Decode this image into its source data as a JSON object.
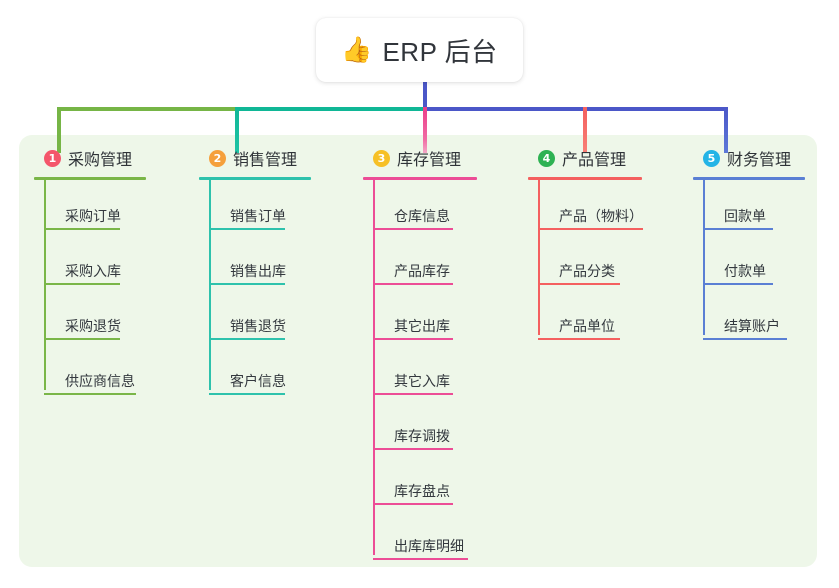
{
  "root": {
    "icon": "thumbs-up-icon",
    "emoji": "👍",
    "title": "ERP 后台"
  },
  "colors": {
    "panel_background": "#eef7e9",
    "page_background": "#ffffff",
    "title_text": "#31353b",
    "bus_green": "#76b546",
    "bus_teal": "#10b796",
    "bus_blue": "#4b57c8",
    "stem_pink": "#ec3e8a",
    "stem_red": "#f4605f"
  },
  "columns": [
    {
      "number": "1",
      "label": "采购管理",
      "badge_color": "#f4566b",
      "line_color": "#7ab648",
      "head_rule_width": 112,
      "spine_height": 210,
      "items": [
        {
          "label": "采购订单",
          "rule_width": 76
        },
        {
          "label": "采购入库",
          "rule_width": 76
        },
        {
          "label": "采购退货",
          "rule_width": 76
        },
        {
          "label": "供应商信息",
          "rule_width": 92
        }
      ]
    },
    {
      "number": "2",
      "label": "销售管理",
      "badge_color": "#f5a03c",
      "line_color": "#2ec2ac",
      "head_rule_width": 112,
      "spine_height": 210,
      "items": [
        {
          "label": "销售订单",
          "rule_width": 76
        },
        {
          "label": "销售出库",
          "rule_width": 76
        },
        {
          "label": "销售退货",
          "rule_width": 76
        },
        {
          "label": "客户信息",
          "rule_width": 76
        }
      ]
    },
    {
      "number": "3",
      "label": "库存管理",
      "badge_color": "#f6c026",
      "line_color": "#ec4d96",
      "head_rule_width": 114,
      "spine_height": 375,
      "items": [
        {
          "label": "仓库信息",
          "rule_width": 80
        },
        {
          "label": "产品库存",
          "rule_width": 80
        },
        {
          "label": "其它出库",
          "rule_width": 80
        },
        {
          "label": "其它入库",
          "rule_width": 80
        },
        {
          "label": "库存调拨",
          "rule_width": 80
        },
        {
          "label": "库存盘点",
          "rule_width": 80
        },
        {
          "label": "出库库明细",
          "rule_width": 95
        }
      ]
    },
    {
      "number": "4",
      "label": "产品管理",
      "badge_color": "#2eb253",
      "line_color": "#f4605f",
      "head_rule_width": 114,
      "spine_height": 155,
      "items": [
        {
          "label": "产品（物料）",
          "rule_width": 105
        },
        {
          "label": "产品分类",
          "rule_width": 82
        },
        {
          "label": "产品单位",
          "rule_width": 82
        }
      ]
    },
    {
      "number": "5",
      "label": "财务管理",
      "badge_color": "#24b4e6",
      "line_color": "#5a7fd4",
      "head_rule_width": 112,
      "spine_height": 155,
      "items": [
        {
          "label": "回款单",
          "rule_width": 70
        },
        {
          "label": "付款单",
          "rule_width": 70
        },
        {
          "label": "结算账户",
          "rule_width": 84
        }
      ]
    }
  ]
}
